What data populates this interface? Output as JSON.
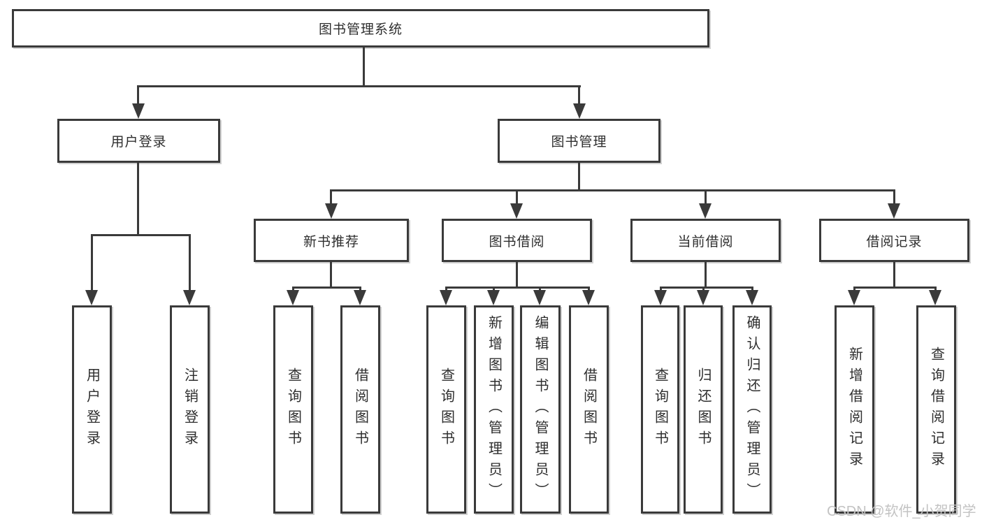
{
  "diagram": {
    "type": "hierarchy-tree",
    "title": "图书管理系统"
  },
  "tree": {
    "label": "图书管理系统",
    "children": [
      {
        "label": "用户登录",
        "children": [
          {
            "label": "用户登录"
          },
          {
            "label": "注销登录"
          }
        ]
      },
      {
        "label": "图书管理",
        "children": [
          {
            "label": "新书推荐",
            "children": [
              {
                "label": "查询图书"
              },
              {
                "label": "借阅图书"
              }
            ]
          },
          {
            "label": "图书借阅",
            "children": [
              {
                "label": "查询图书"
              },
              {
                "label": "新增图书（管理员）"
              },
              {
                "label": "编辑图书（管理员）"
              },
              {
                "label": "借阅图书"
              }
            ]
          },
          {
            "label": "当前借阅",
            "children": [
              {
                "label": "查询图书"
              },
              {
                "label": "归还图书"
              },
              {
                "label": "确认归还（管理员）"
              }
            ]
          },
          {
            "label": "借阅记录",
            "children": [
              {
                "label": "新增借阅记录"
              },
              {
                "label": "查询借阅记录"
              }
            ]
          }
        ]
      }
    ]
  },
  "watermark": "CSDN @软件_小贺同学",
  "colors": {
    "line": "#3a3a3a",
    "text": "#2e2e2e",
    "background": "#ffffff",
    "watermark": "#c3c3c3"
  }
}
